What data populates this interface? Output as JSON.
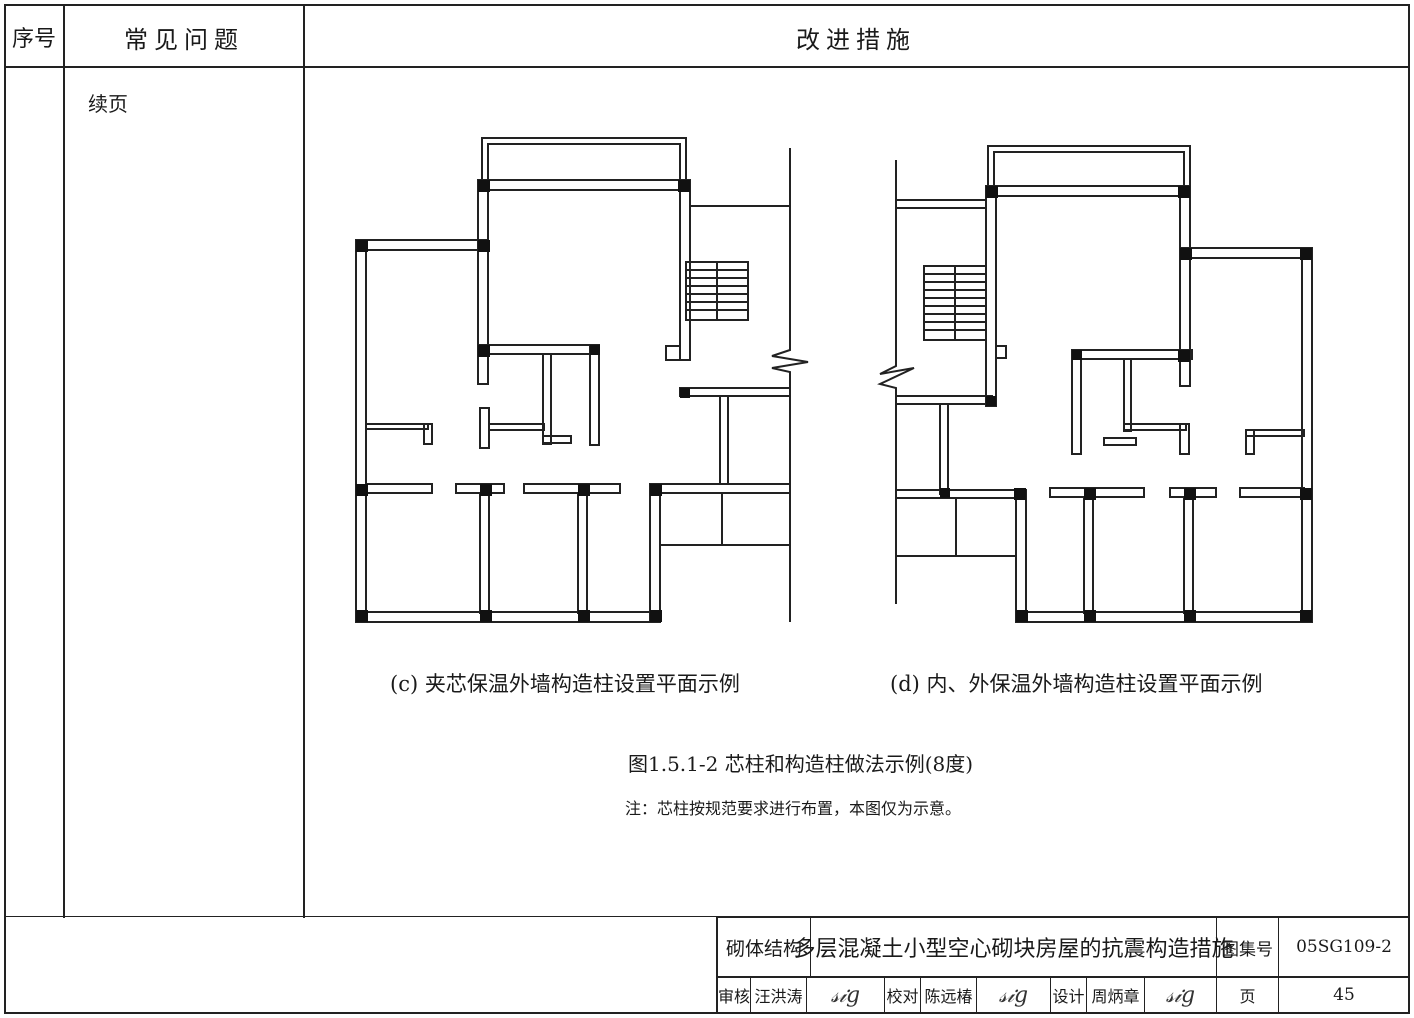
{
  "header": {
    "col1": "序号",
    "col2": "常见问题",
    "col3": "改进措施"
  },
  "content": {
    "continuation": "续页",
    "figure_c_caption": "(c)  夹芯保温外墙构造柱设置平面示例",
    "figure_d_caption": "(d)  内、外保温外墙构造柱设置平面示例",
    "figure_title": "图1.5.1-2  芯柱和构造柱做法示例(8度)",
    "note": "注：芯柱按规范要求进行布置，本图仅为示意。"
  },
  "title_block": {
    "category": "砌体结构",
    "title": "多层混凝土小型空心砌块房屋的抗震构造措施",
    "atlas_label": "图集号",
    "atlas_no": "05SG109-2",
    "review_label": "审核",
    "reviewer": "汪洪涛",
    "check_label": "校对",
    "checker": "陈远椿",
    "design_label": "设计",
    "designer": "周炳章",
    "page_label": "页",
    "page_no": "45"
  }
}
